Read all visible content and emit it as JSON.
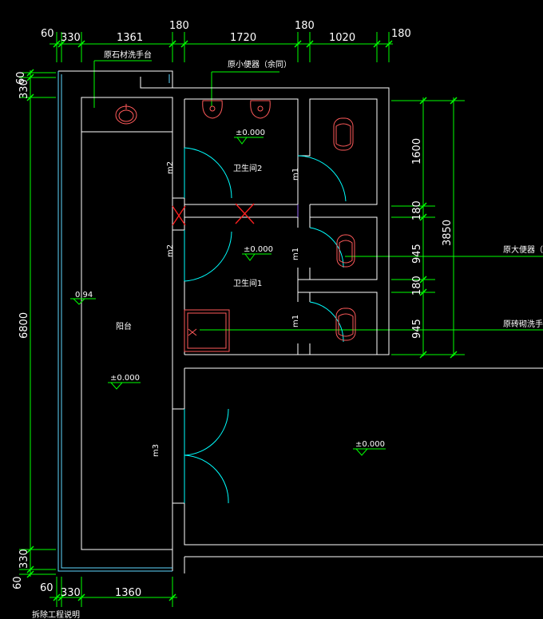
{
  "colors": {
    "background": "#000000",
    "wall": "#ffffff",
    "dimension": "#00ff00",
    "door": "#00ffff",
    "fixture": "#ff5a5a",
    "marker": "#ff3030",
    "level": "#00ff00"
  },
  "dimensions": {
    "top": [
      "60",
      "330",
      "1361",
      "180",
      "1720",
      "180",
      "1020",
      "180"
    ],
    "bottom": [
      "60",
      "330",
      "1360"
    ],
    "left": [
      "60",
      "330",
      "6800",
      "330",
      "60"
    ],
    "right_inner": [
      "1600",
      "180",
      "945",
      "180",
      "945"
    ],
    "right_total": "3850"
  },
  "labels": {
    "sink_counter": "原石材洗手台",
    "urinal": "原小便器（余同）",
    "toilet": "原大便器（余",
    "basin": "原砖砌洗手",
    "restroom2": "卫生间2",
    "restroom1": "卫生间1",
    "balcony": "阳台",
    "title_bottom": "拆除工程说明"
  },
  "doors": {
    "m2a": "m2",
    "m2b": "m2",
    "m1a": "m1",
    "m1b": "m1",
    "m1c": "m1",
    "m3": "m3"
  },
  "levels": {
    "l1": "±0.000",
    "l2": "±0.000",
    "l3": "±0.000",
    "l4": "±0.000",
    "slope": "0.94"
  }
}
